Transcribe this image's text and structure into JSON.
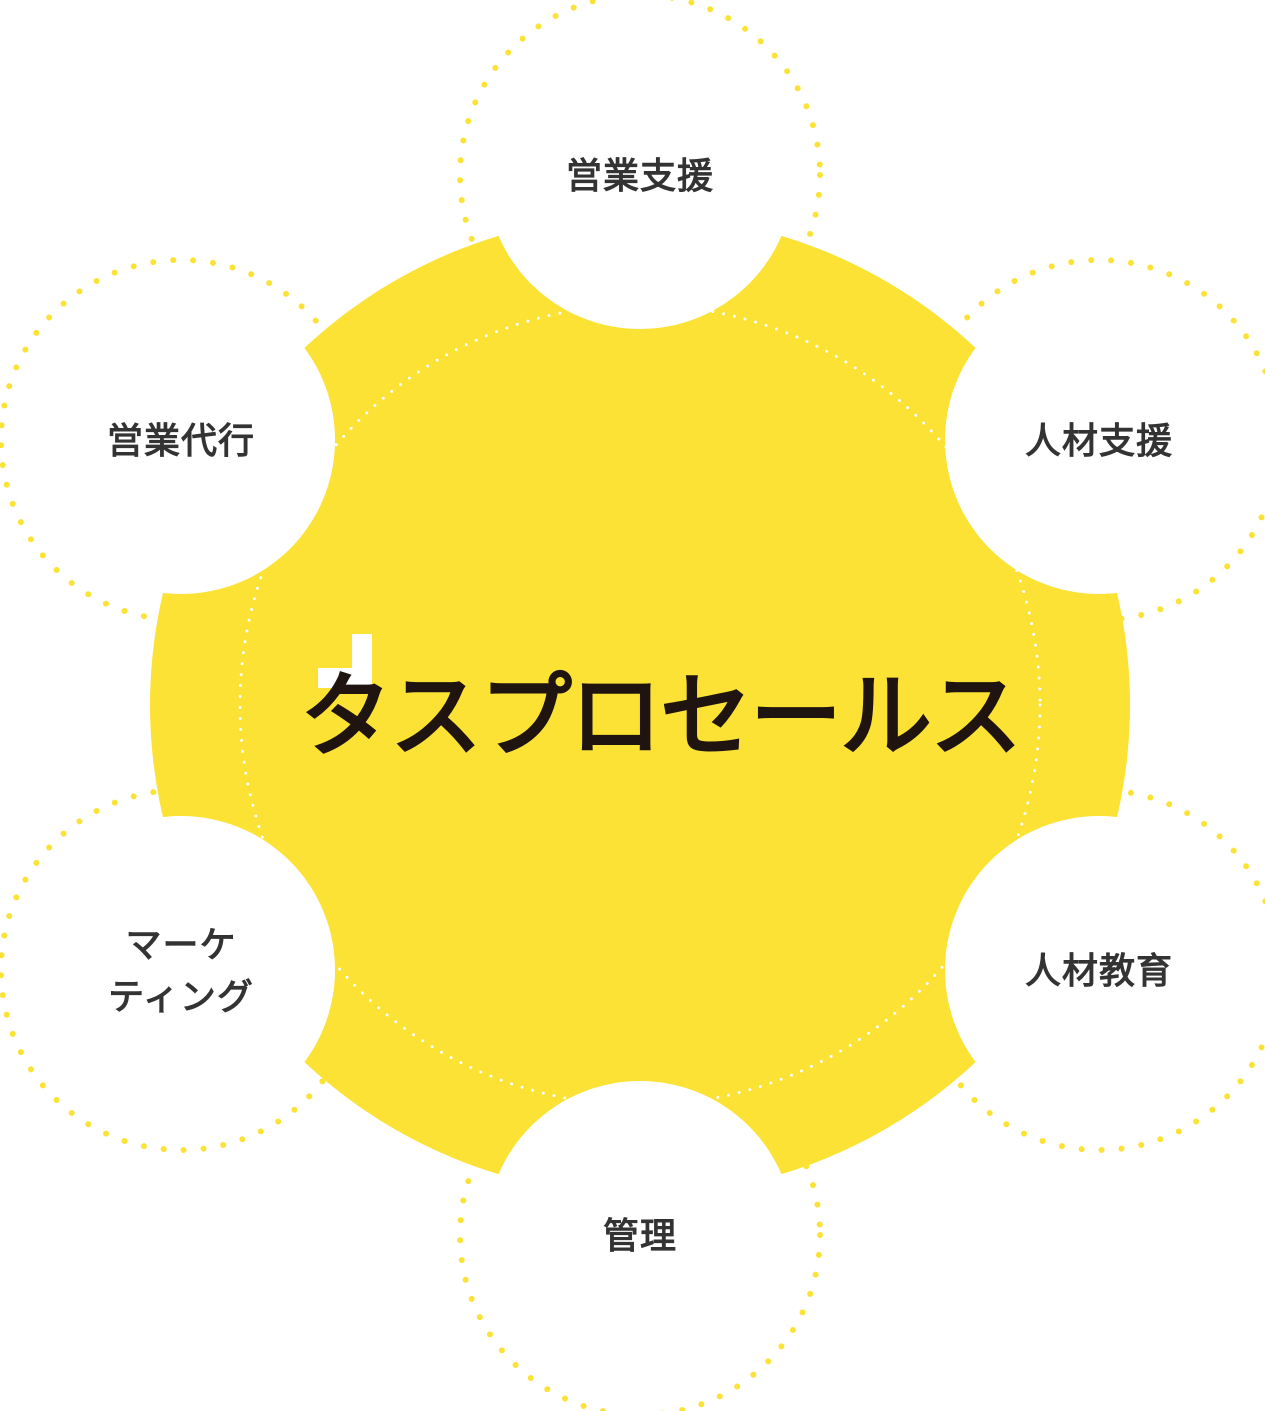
{
  "colors": {
    "yellow": "#FBE235",
    "text": "#333333",
    "logo": "#1F1410",
    "white": "#FFFFFF"
  },
  "logo": {
    "text": "タスプロセールス",
    "mark": "plus-mark"
  },
  "nodes": [
    {
      "id": "sales-support",
      "label_lines": [
        "営業支援"
      ]
    },
    {
      "id": "hr-support",
      "label_lines": [
        "人材支援"
      ]
    },
    {
      "id": "hr-education",
      "label_lines": [
        "人材教育"
      ]
    },
    {
      "id": "management",
      "label_lines": [
        "管理"
      ]
    },
    {
      "id": "marketing",
      "label_lines": [
        "マーケ",
        "ティング"
      ]
    },
    {
      "id": "sales-agency",
      "label_lines": [
        "営業代行"
      ]
    }
  ]
}
